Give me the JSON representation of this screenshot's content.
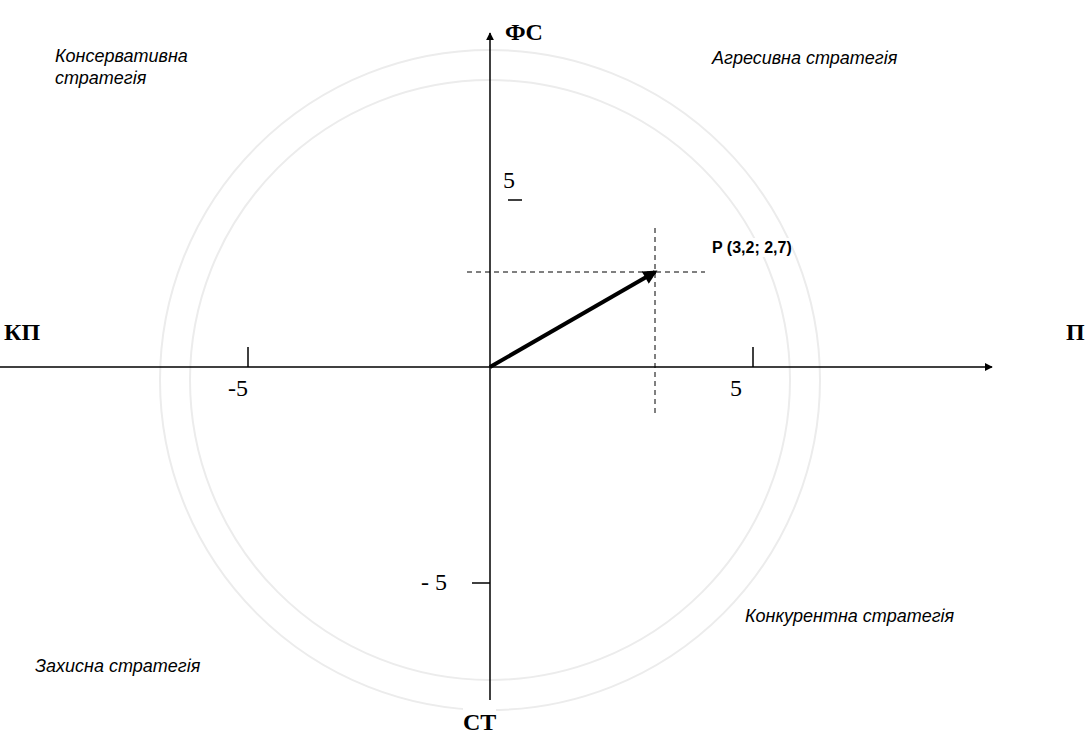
{
  "diagram": {
    "labels": [
      "ФС",
      "Консервативна стратегія",
      "Агресивна стратегія",
      "5",
      "P (3,2; 2,7)",
      "КП",
      "П",
      "-5",
      "5",
      "- 5",
      "Конкурентна стратегія",
      "Захисна стратегія",
      "СТ"
    ]
  }
}
